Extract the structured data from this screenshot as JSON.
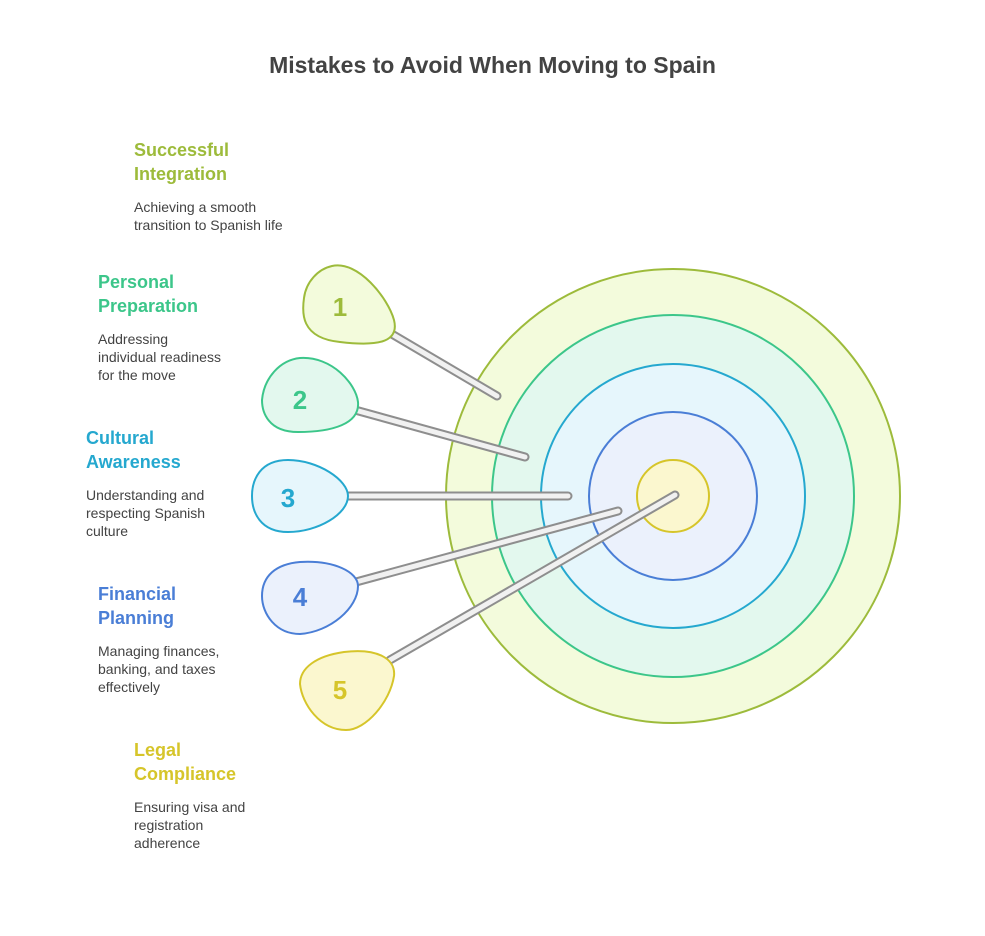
{
  "title": "Mistakes to Avoid When Moving to Spain",
  "levels": [
    {
      "number": "1",
      "heading": "Successful\nIntegration",
      "description": "Achieving a smooth\ntransition to Spanish life",
      "color": "#9dbb3b",
      "fill": "#f3fbdc"
    },
    {
      "number": "2",
      "heading": "Personal\nPreparation",
      "description": "Addressing\nindividual readiness\nfor the move",
      "color": "#3cc68a",
      "fill": "#e3f8ee"
    },
    {
      "number": "3",
      "heading": "Cultural\nAwareness",
      "description": "Understanding and\nrespecting Spanish\nculture",
      "color": "#25a8cf",
      "fill": "#e6f6fc"
    },
    {
      "number": "4",
      "heading": "Financial\nPlanning",
      "description": "Managing finances,\nbanking, and taxes\neffectively",
      "color": "#4a7ed6",
      "fill": "#ebf1fc"
    },
    {
      "number": "5",
      "heading": "Legal\nCompliance",
      "description": "Ensuring visa and\nregistration\nadherence",
      "color": "#d6c52a",
      "fill": "#fbf7cf"
    }
  ]
}
